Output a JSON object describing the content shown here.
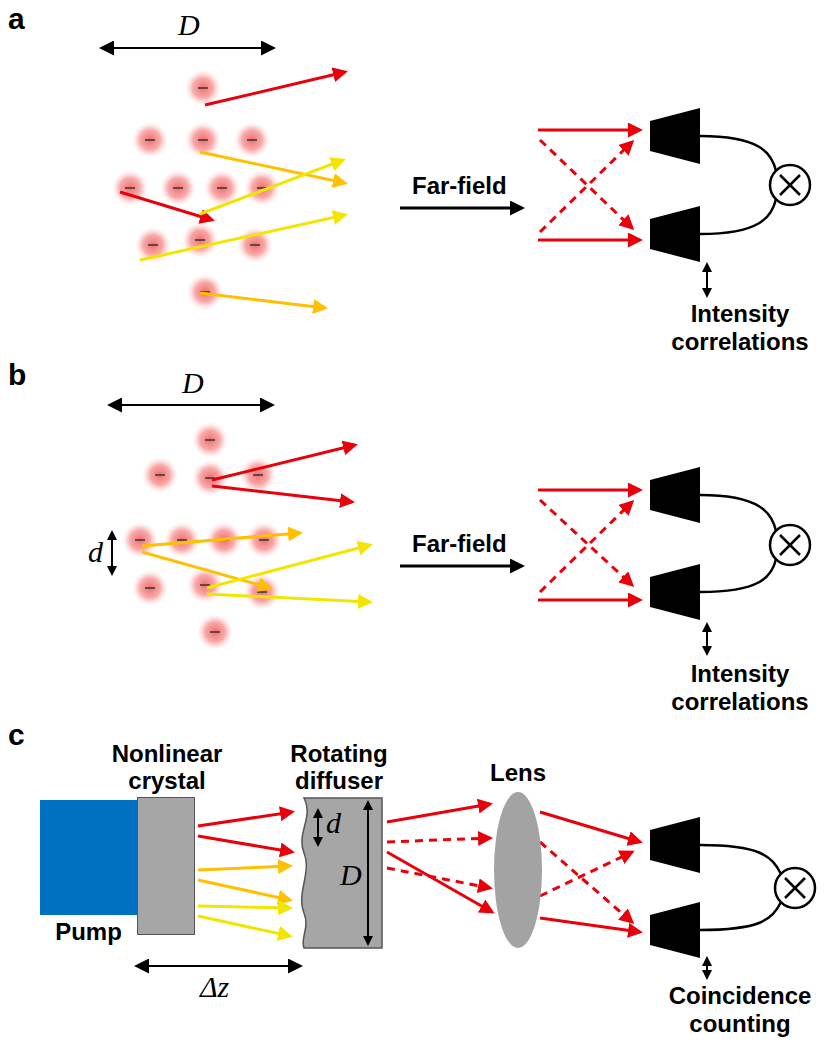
{
  "diagram": {
    "nodes": [
      {
        "text": [
          "Pump"
        ]
      },
      {
        "text": [
          "Nonlinear crystal"
        ]
      },
      {
        "text": [
          "Rotating diffuser"
        ]
      },
      {
        "text": [
          "Lens"
        ]
      }
    ],
    "labels": [
      "a",
      "D",
      "Far-field",
      "Intensity correlations",
      "b",
      "D",
      "d",
      "Far-field",
      "Intensity correlations",
      "c",
      "d",
      "D",
      "Δz",
      "Coincidence counting"
    ]
  }
}
